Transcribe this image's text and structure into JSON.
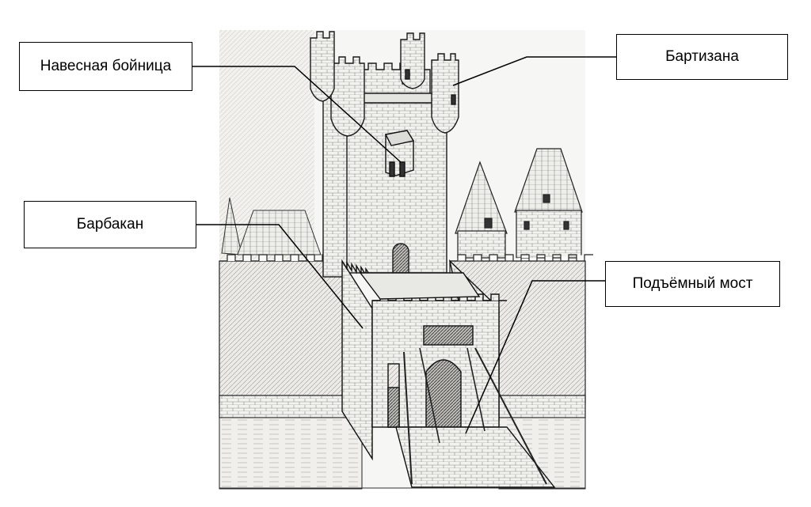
{
  "labels": {
    "machicolation": "Навесная бойница",
    "bartizan": "Бартизана",
    "barbican": "Барбакан",
    "drawbridge": "Подъёмный мост"
  },
  "colors": {
    "ink": "#111111",
    "paper": "#f3f3f1",
    "stone": "#e6e6e2",
    "water": "#eceae6"
  }
}
